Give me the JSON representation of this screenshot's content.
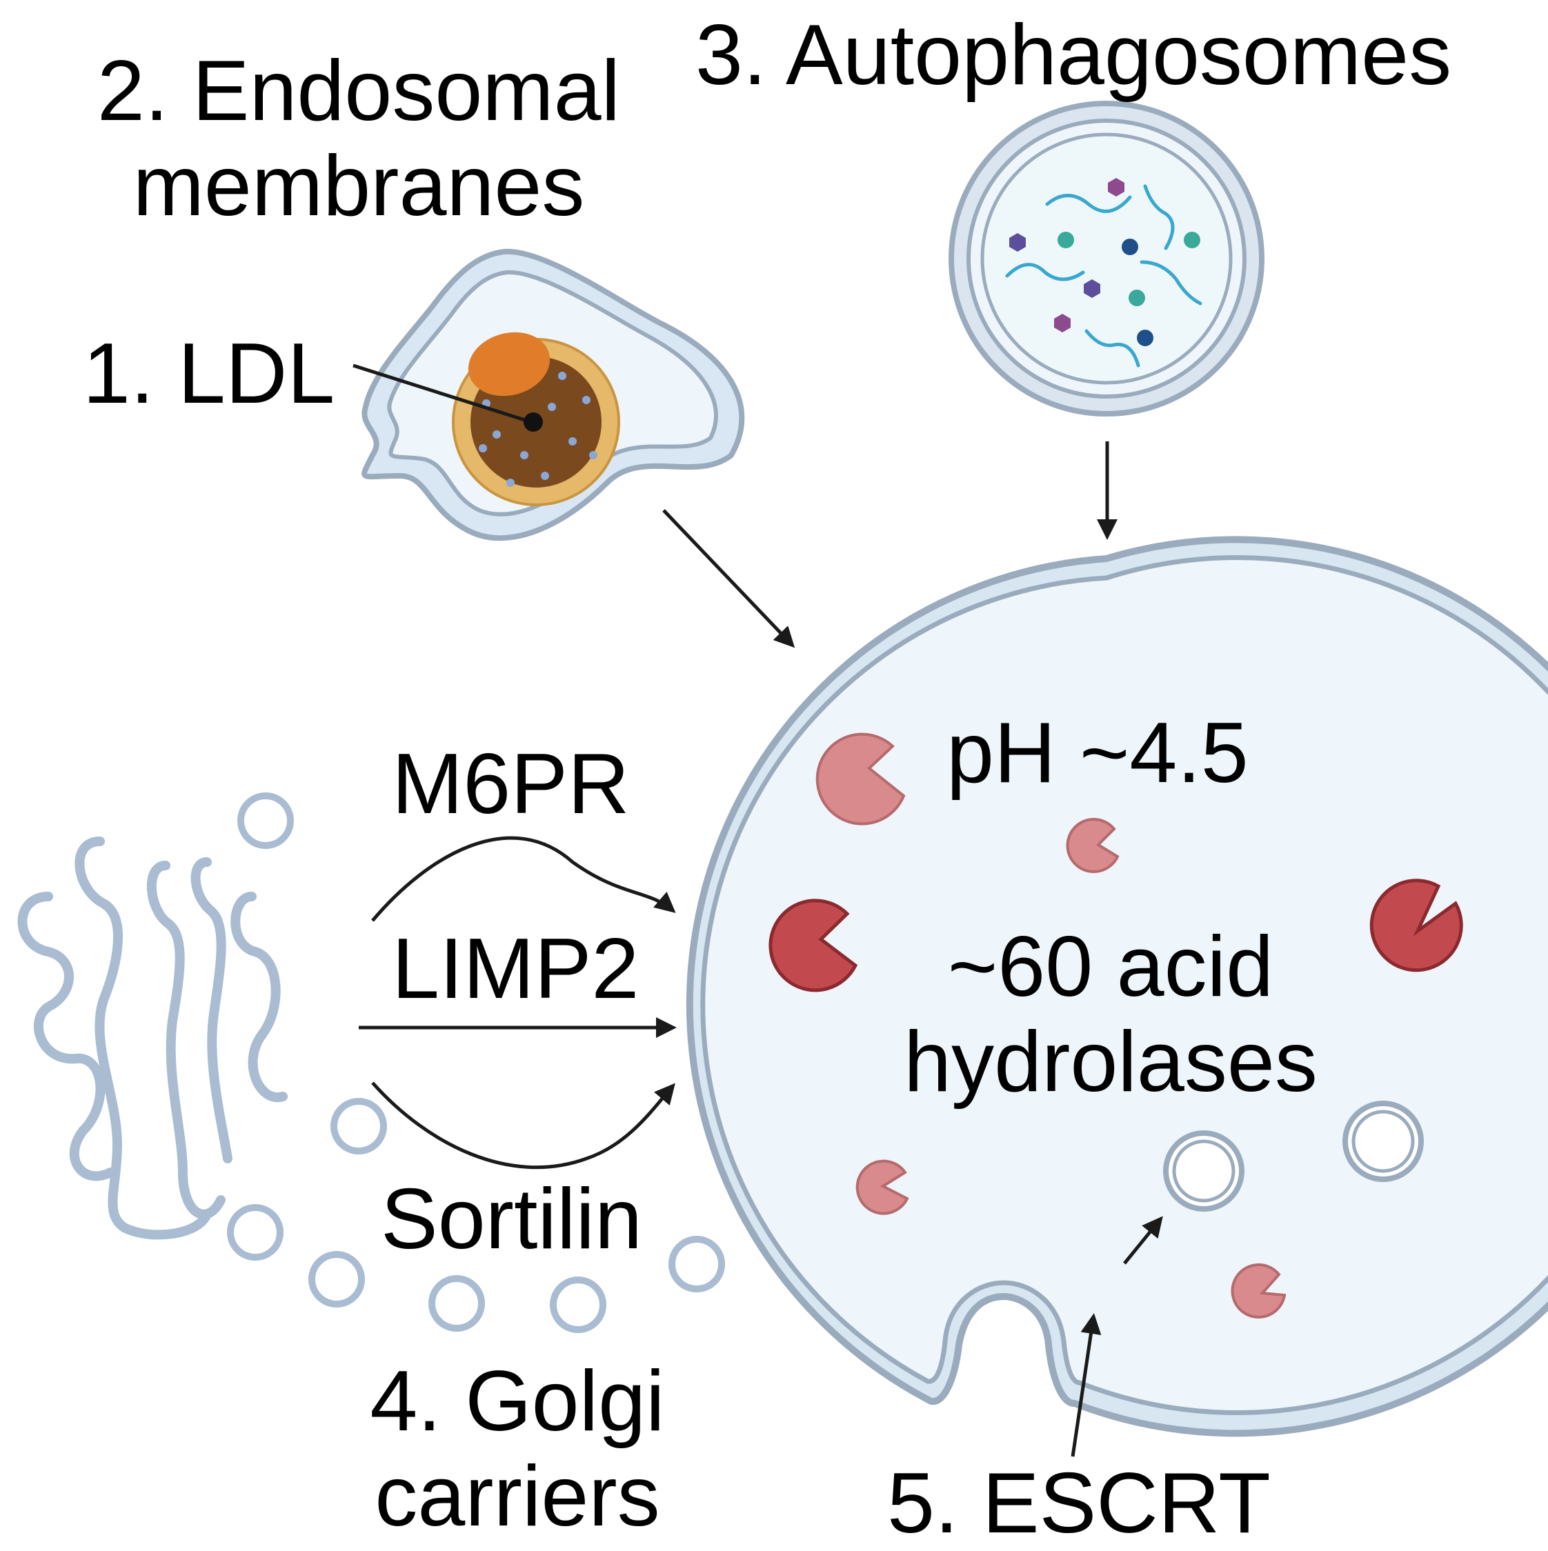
{
  "labels": {
    "endosomal": [
      "2. Endosomal",
      "membranes"
    ],
    "autophagosomes": "3. Autophagosomes",
    "ldl": "1. LDL",
    "m6pr": "M6PR",
    "limp2": "LIMP2",
    "sortilin": "Sortilin",
    "golgi": [
      "4. Golgi",
      "carriers"
    ],
    "escrt": "5. ESCRT",
    "ph": "pH ~4.5",
    "hydrolases": [
      "~60 acid",
      "hydrolases"
    ]
  },
  "colors": {
    "membrane": "#b8c6d6",
    "membrane_stroke": "#9aabbd",
    "lumen": "#eef5fb",
    "hydrolase_dark": "#c24a4f",
    "hydrolase_light": "#d98a8d",
    "ldl_core": "#7a4a1e",
    "ldl_shell": "#e6b86a",
    "ldl_apo": "#e07c2a",
    "arrow": "#1a1a1a"
  },
  "icons": [
    "endosome-icon",
    "ldl-particle-icon",
    "autophagosome-icon",
    "lysosome-icon",
    "golgi-icon",
    "vesicle-icon",
    "hydrolase-icon"
  ]
}
